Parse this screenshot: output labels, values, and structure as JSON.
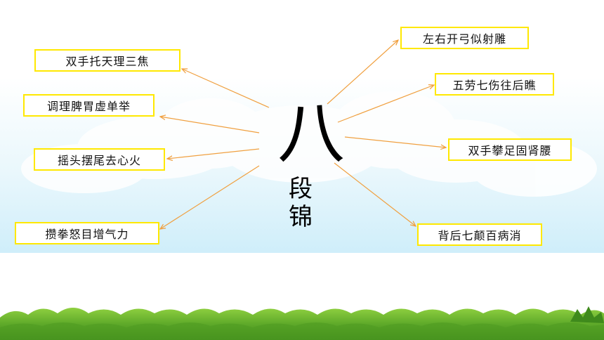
{
  "title": {
    "main": "八",
    "sub1": "段",
    "sub2": "锦"
  },
  "left_items": [
    {
      "label": "双手托天理三焦"
    },
    {
      "label": "调理脾胃虚单举"
    },
    {
      "label": "摇头摆尾去心火"
    },
    {
      "label": "攒拳怒目增气力"
    }
  ],
  "right_items": [
    {
      "label": "左右开弓似射雕"
    },
    {
      "label": "五劳七伤往后瞧"
    },
    {
      "label": "双手攀足固肾腰"
    },
    {
      "label": "背后七颠百病消"
    }
  ],
  "colors": {
    "box_border": "#ffe800",
    "arrow": "#f0a040",
    "sky": "#dff3fb",
    "grass": "#5faa2a"
  }
}
